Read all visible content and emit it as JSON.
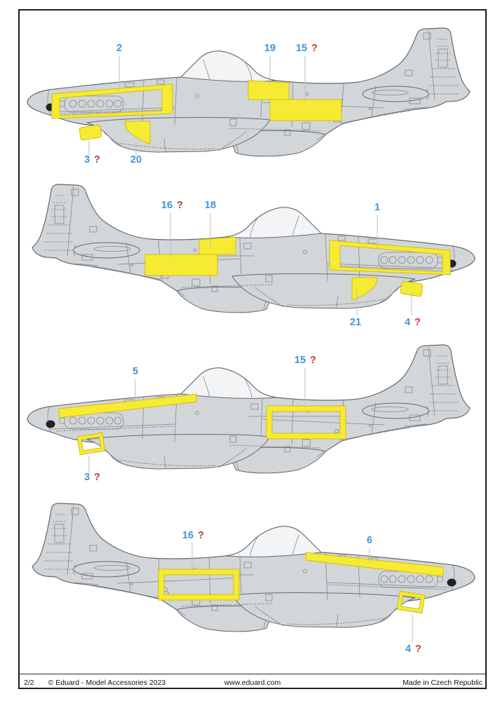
{
  "footer": {
    "page_number": "2/2",
    "copyright": "© Eduard - Model Accessories 2023",
    "website": "www.eduard.com",
    "made_in": "Made in Czech Republic"
  },
  "colors": {
    "mask_yellow": "#f7ea33",
    "label_blue": "#4293d9",
    "question_red": "#c63936",
    "airframe_gray": "#d3d6d8",
    "outline_gray": "#64696e"
  },
  "views": [
    {
      "name": "left-side-view-a",
      "labels": [
        {
          "num": "2",
          "q": ""
        },
        {
          "num": "19",
          "q": ""
        },
        {
          "num": "15",
          "q": "?"
        },
        {
          "num": "3",
          "q": "?"
        },
        {
          "num": "20",
          "q": ""
        }
      ]
    },
    {
      "name": "right-side-view-a",
      "labels": [
        {
          "num": "16",
          "q": "?"
        },
        {
          "num": "18",
          "q": ""
        },
        {
          "num": "1",
          "q": ""
        },
        {
          "num": "21",
          "q": ""
        },
        {
          "num": "4",
          "q": "?"
        }
      ]
    },
    {
      "name": "left-side-view-b",
      "labels": [
        {
          "num": "5",
          "q": ""
        },
        {
          "num": "15",
          "q": "?"
        },
        {
          "num": "3",
          "q": "?"
        }
      ]
    },
    {
      "name": "right-side-view-b",
      "labels": [
        {
          "num": "16",
          "q": "?"
        },
        {
          "num": "6",
          "q": ""
        },
        {
          "num": "4",
          "q": "?"
        }
      ]
    }
  ]
}
